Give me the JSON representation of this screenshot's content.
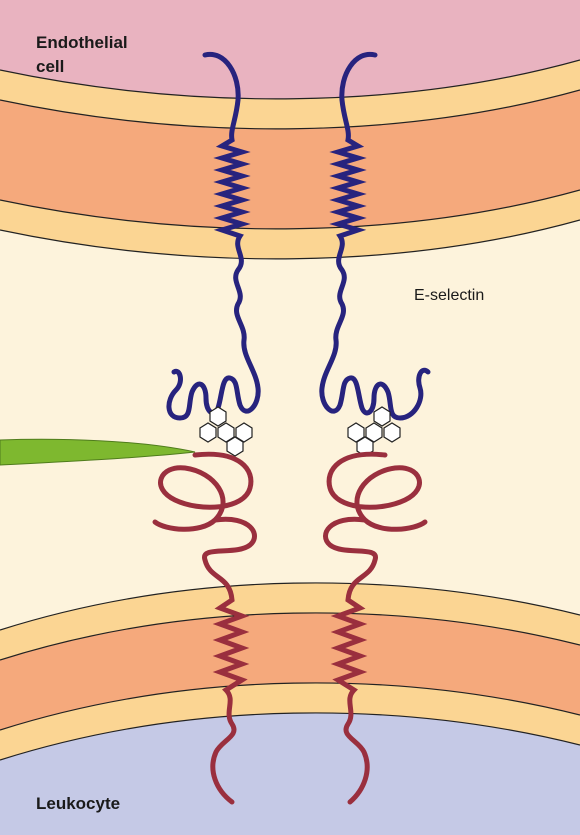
{
  "labels": {
    "endothelial": [
      "Endothelial",
      "cell"
    ],
    "selectin": "E-selectin",
    "leukocyte": "Leukocyte"
  },
  "colors": {
    "background": "#fdf3dc",
    "endothelial_cytoplasm": "#e9b3c0",
    "leukocyte_cytoplasm": "#c5c9e6",
    "membrane_core": "#f5a97c",
    "membrane_head": "#fbd593",
    "selectin_chain": "#27237e",
    "ligand_chain": "#9a2f3e",
    "green_ligand": "#7eb82f"
  },
  "icons": {
    "carbohydrate": "hexagon-cluster-icon",
    "ligand_stalk": "green-stalk-icon"
  }
}
